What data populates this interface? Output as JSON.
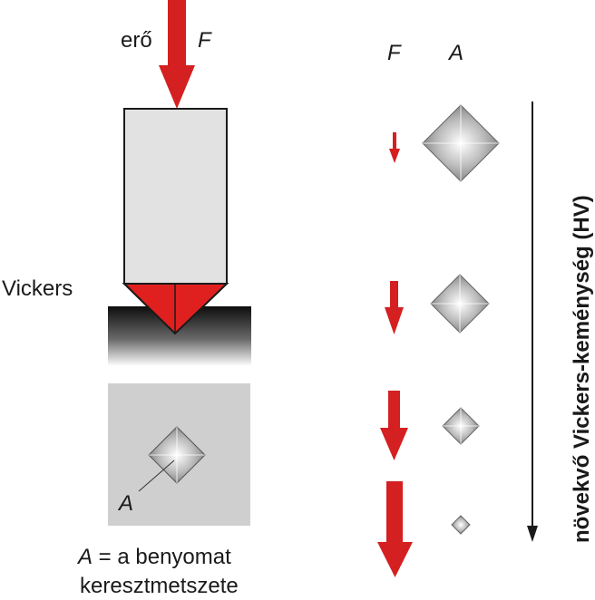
{
  "diagram": {
    "force_label_word": "erő",
    "force_symbol": "F",
    "indenter_label": "Vickers",
    "area_symbol": "A",
    "caption_line1_rest": " = a benyomat",
    "caption_line2": "keresztmetszete",
    "column_headers": {
      "force": "F",
      "area": "A"
    },
    "axis_label": "növekvő Vickers-keménység (HV)",
    "rows": [
      {
        "force_level": 1,
        "area_level": 4
      },
      {
        "force_level": 2,
        "area_level": 3
      },
      {
        "force_level": 3,
        "area_level": 2
      },
      {
        "force_level": 4,
        "area_level": 1
      }
    ]
  },
  "colors": {
    "arrow_red": "#d42020",
    "indenter_body": "#e2e2e2",
    "indenter_tip": "#e0201f",
    "specimen_dark": "#111111",
    "specimen_panel": "#cfcfcf",
    "outline": "#1a1a1a"
  }
}
